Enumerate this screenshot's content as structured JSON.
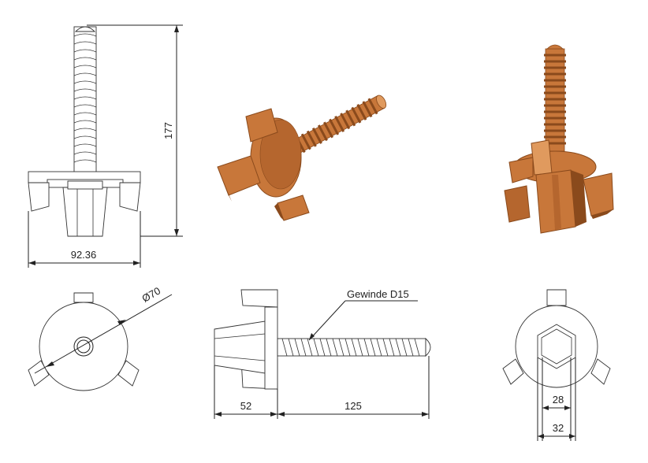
{
  "drawing": {
    "height_dim": "177",
    "width_dim": "92.36",
    "diameter_dim": "Ø70",
    "thread_label": "Gewinde D15",
    "head_length_dim": "52",
    "screw_length_dim": "125",
    "hex_inner_dim": "28",
    "hex_outer_dim": "32"
  },
  "colors": {
    "line": "#222222",
    "part_fill": "#ffffff",
    "render_main": "#c8773a",
    "render_dark": "#8a4a1c",
    "render_light": "#e09a5e"
  }
}
